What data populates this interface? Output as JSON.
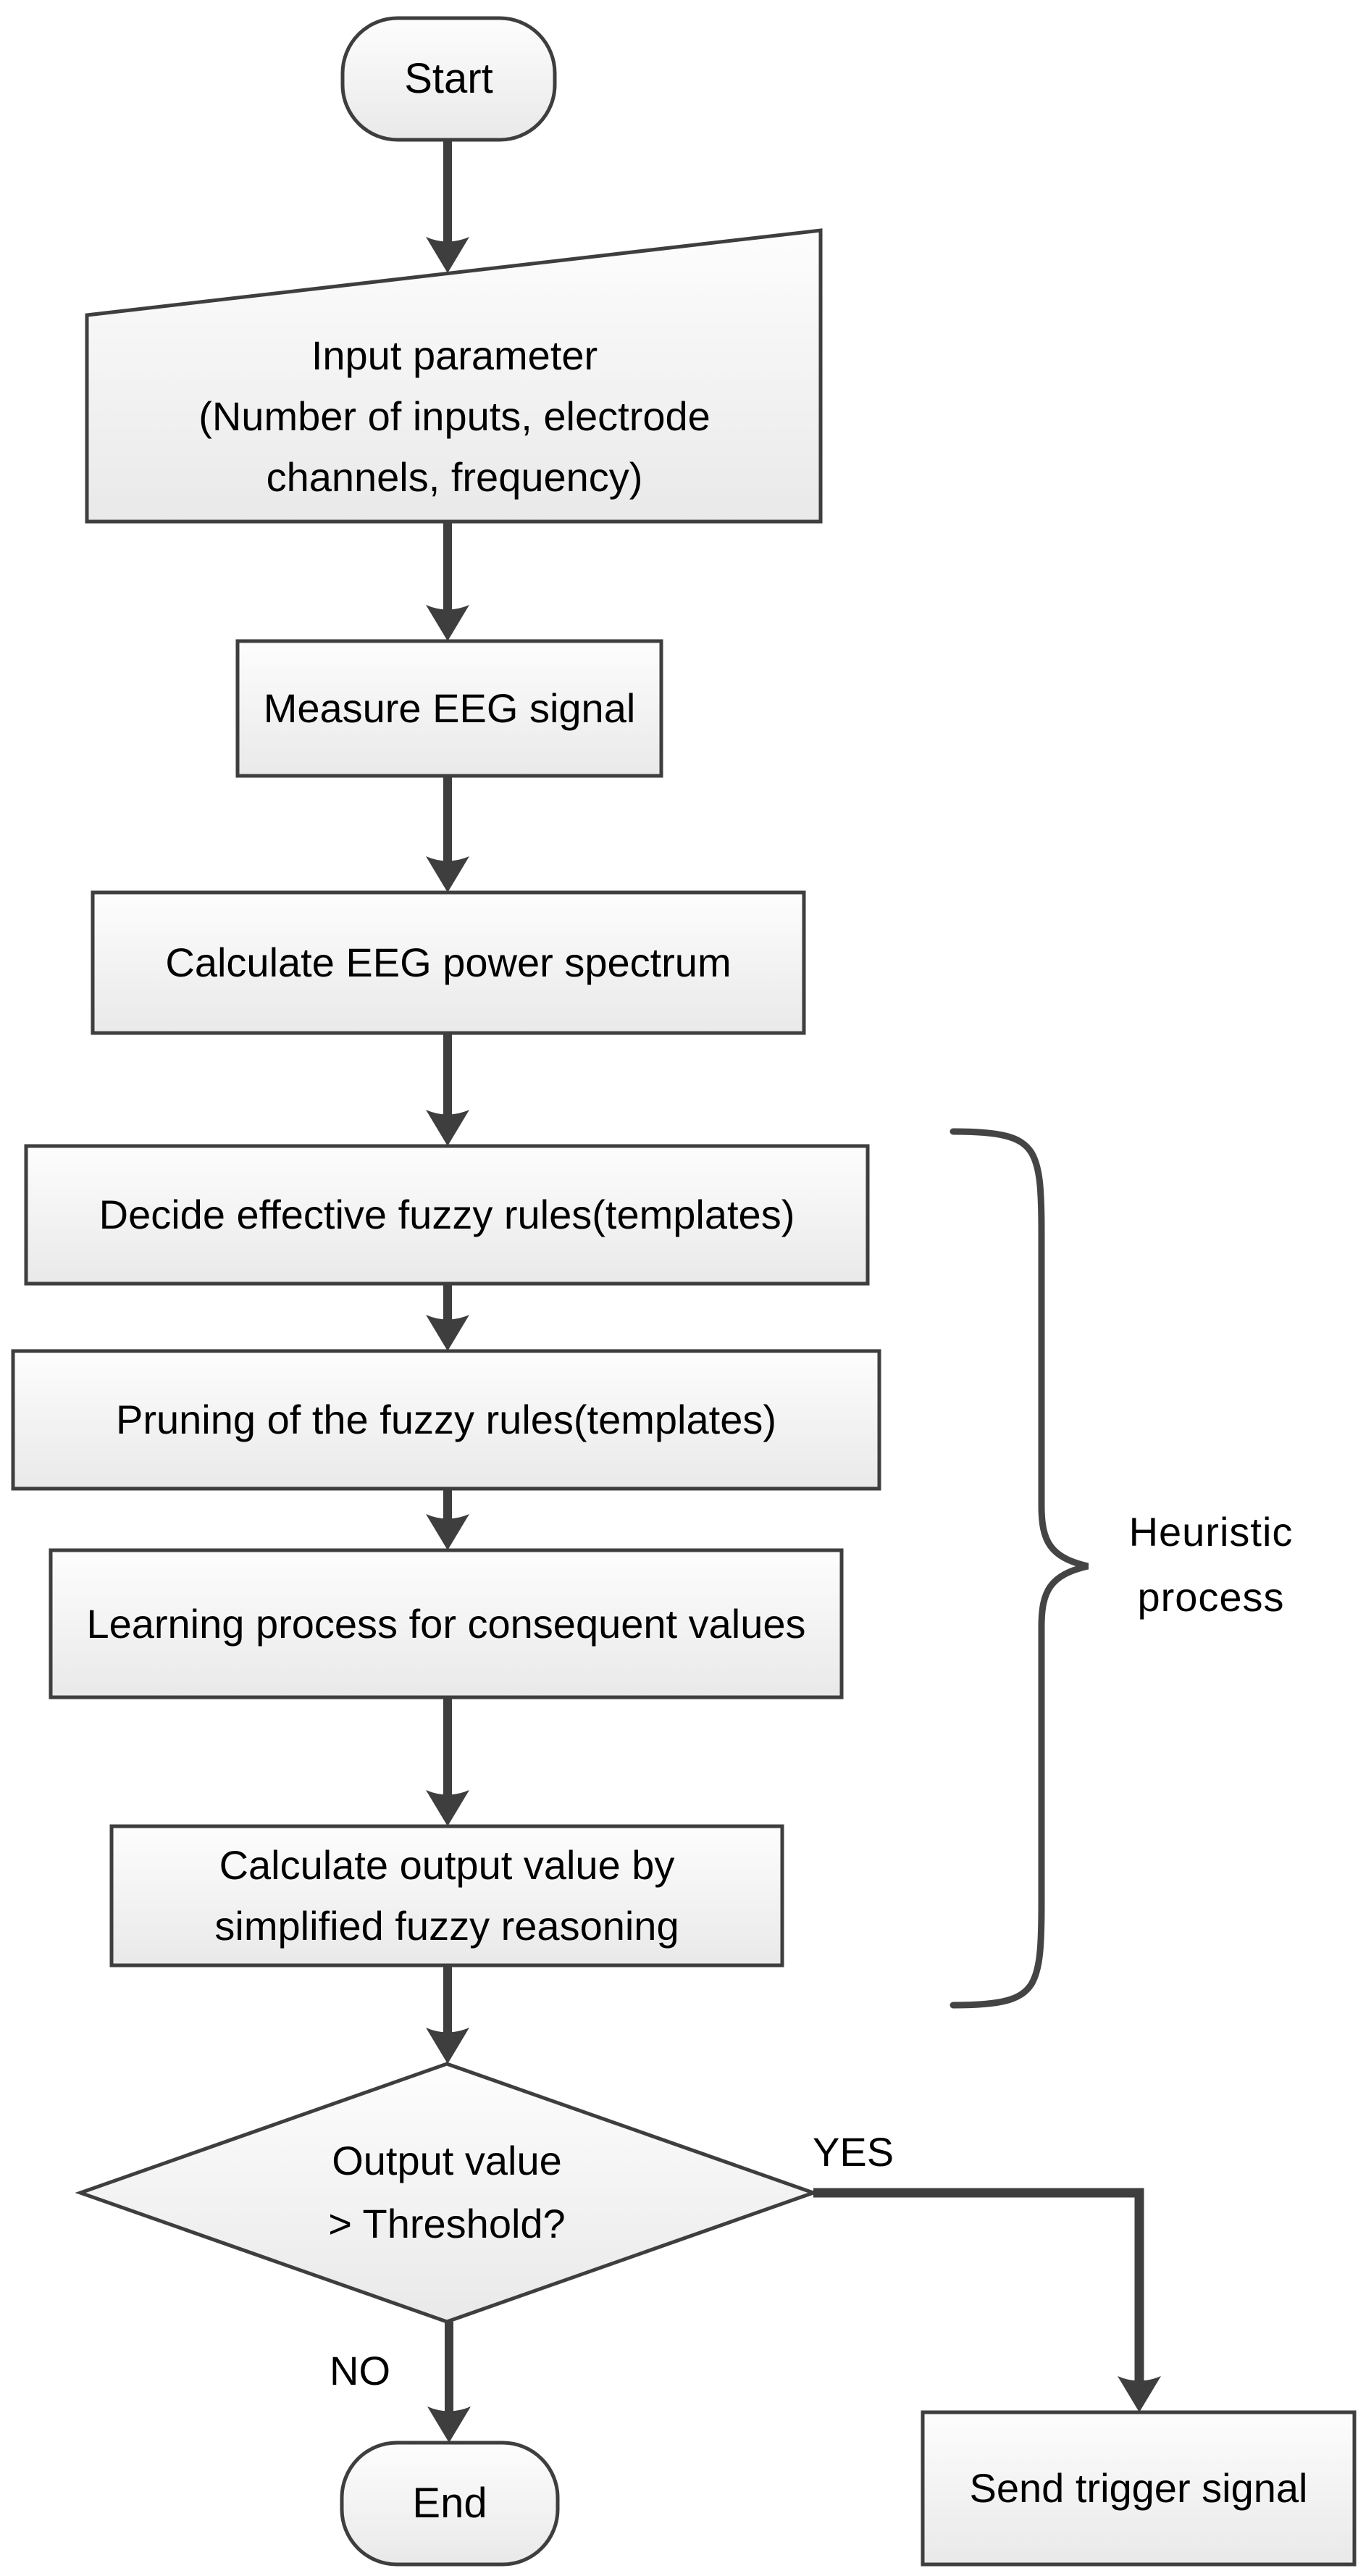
{
  "flowchart": {
    "colors": {
      "stroke": "#3e3e3e",
      "text": "#000000",
      "node_fill_top": "#fdfdfd",
      "node_fill_bottom": "#e9e9e9",
      "background": "#ffffff"
    },
    "nodes": {
      "start": {
        "type": "terminator",
        "label": "Start"
      },
      "input": {
        "type": "manual-input",
        "lines": [
          "Input parameter",
          "(Number of inputs, electrode",
          "channels, frequency)"
        ]
      },
      "measure": {
        "type": "process",
        "label": "Measure EEG signal"
      },
      "calc_spectrum": {
        "type": "process",
        "label": "Calculate EEG power spectrum"
      },
      "decide": {
        "type": "process",
        "label": "Decide effective fuzzy rules(templates)"
      },
      "pruning": {
        "type": "process",
        "label": "Pruning of the fuzzy rules(templates)"
      },
      "learning": {
        "type": "process",
        "label": "Learning process for consequent values"
      },
      "calc_output": {
        "type": "process",
        "lines": [
          "Calculate output value by",
          "simplified fuzzy reasoning"
        ]
      },
      "decision": {
        "type": "decision",
        "lines": [
          "Output value",
          "> Threshold?"
        ]
      },
      "send_trigger": {
        "type": "process",
        "label": "Send trigger signal"
      },
      "end": {
        "type": "terminator",
        "label": "End"
      }
    },
    "edge_labels": {
      "yes": "YES",
      "no": "NO"
    },
    "annotation": {
      "lines": [
        "Heuristic",
        "process"
      ]
    }
  }
}
